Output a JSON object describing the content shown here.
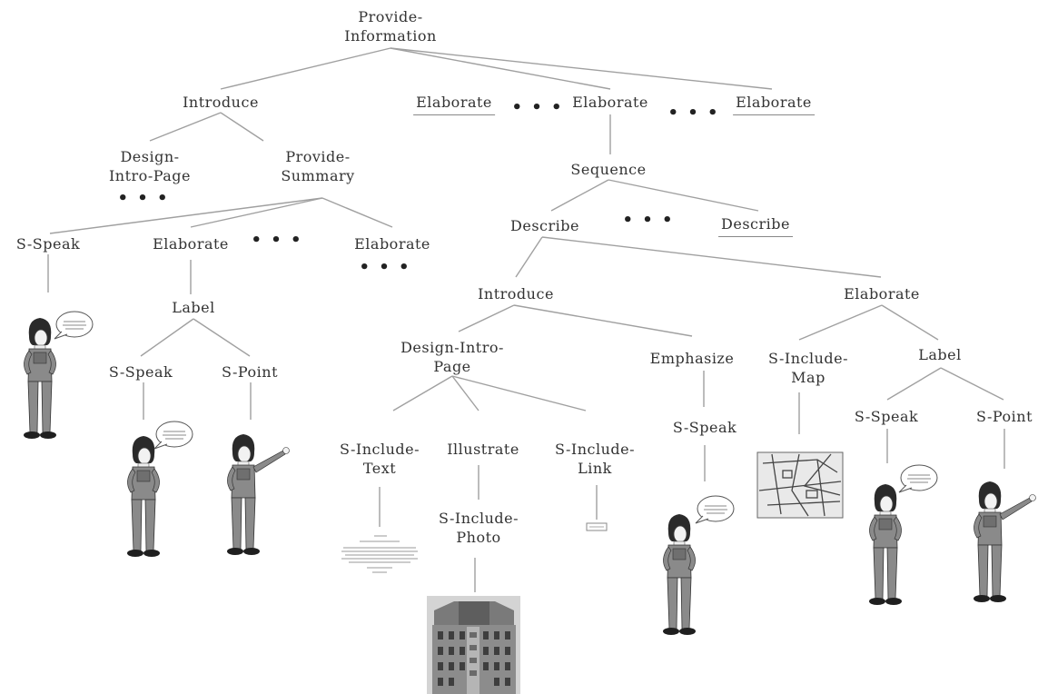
{
  "nodes": {
    "root": "Provide-\nInformation",
    "introduce_1": "Introduce",
    "elaborate_a": "Elaborate",
    "elaborate_b": "Elaborate",
    "elaborate_c": "Elaborate",
    "design_intro_page_1": "Design-\nIntro-Page",
    "provide_summary": "Provide-\nSummary",
    "sequence": "Sequence",
    "s_speak_1": "S-Speak",
    "elaborate_d": "Elaborate",
    "elaborate_e": "Elaborate",
    "describe_1": "Describe",
    "describe_2": "Describe",
    "label_1": "Label",
    "s_speak_2": "S-Speak",
    "s_point_1": "S-Point",
    "introduce_2": "Introduce",
    "elaborate_f": "Elaborate",
    "design_intro_page_2": "Design-Intro-\nPage",
    "emphasize": "Emphasize",
    "s_include_map": "S-Include-\nMap",
    "label_2": "Label",
    "s_include_text": "S-Include-\nText",
    "illustrate": "Illustrate",
    "s_include_link": "S-Include-\nLink",
    "s_speak_3": "S-Speak",
    "s_speak_4": "S-Speak",
    "s_point_2": "S-Point",
    "s_include_photo": "S-Include-\nPhoto"
  },
  "ellipsis": "• • •",
  "illustrations": [
    "agent-figure",
    "speech-bubble",
    "text-page-thumbnail",
    "link-thumbnail",
    "map-thumbnail",
    "building-photo"
  ]
}
